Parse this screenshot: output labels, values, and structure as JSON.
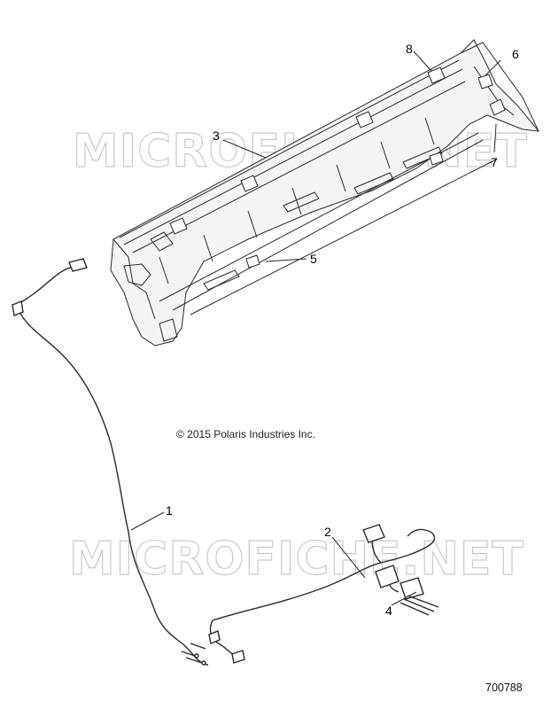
{
  "copyright": "© 2015 Polaris Industries Inc.",
  "document_number": "700788",
  "watermark_text": "MICROFICHE.NET",
  "callouts": {
    "c1": "1",
    "c2": "2",
    "c3": "3",
    "c4": "4",
    "c5": "5",
    "c6": "6",
    "c7": "7",
    "c8": "8"
  },
  "colors": {
    "line": "#2a2a2a",
    "watermark": "#c9c9c9",
    "panel_fill": "#f4f4f4"
  }
}
